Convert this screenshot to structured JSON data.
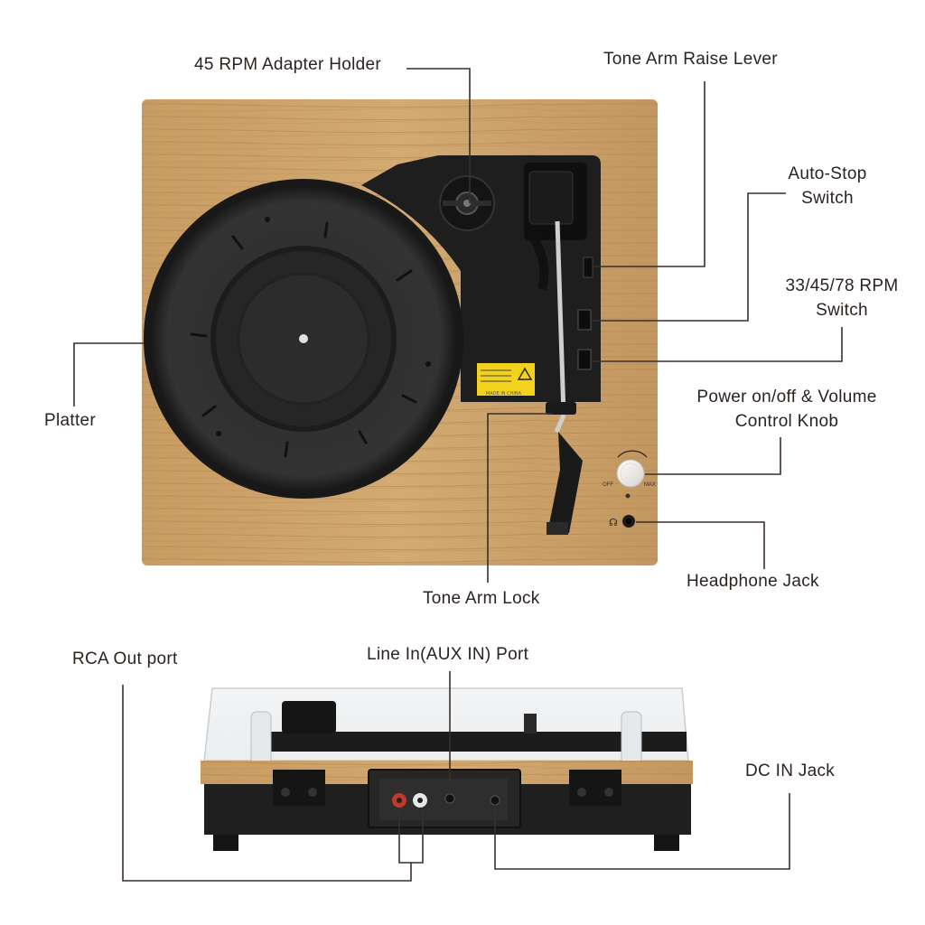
{
  "top_view": {
    "labels": {
      "adapter_holder": "45 RPM Adapter Holder",
      "tone_arm_raise": "Tone Arm Raise Lever",
      "auto_stop_1": "Auto-Stop",
      "auto_stop_2": "Switch",
      "rpm_switch_1": "33/45/78 RPM",
      "rpm_switch_2": "Switch",
      "power_1": "Power on/off & Volume",
      "power_2": "Control Knob",
      "platter": "Platter",
      "headphone": "Headphone Jack",
      "tone_arm_lock": "Tone Arm Lock"
    },
    "knob_off": "OFF",
    "knob_max": "MAX",
    "warning_sticker": "MADE IN CHINA"
  },
  "back_view": {
    "labels": {
      "rca_out": "RCA Out port",
      "line_in": "Line In(AUX IN) Port",
      "dc_in": "DC IN Jack"
    }
  },
  "colors": {
    "wood": "#c9a06a",
    "wood_dark": "#b78d57",
    "panel": "#1e1e1e",
    "leader_line": "#3a2f2b",
    "sticker": "#f2d21c"
  }
}
